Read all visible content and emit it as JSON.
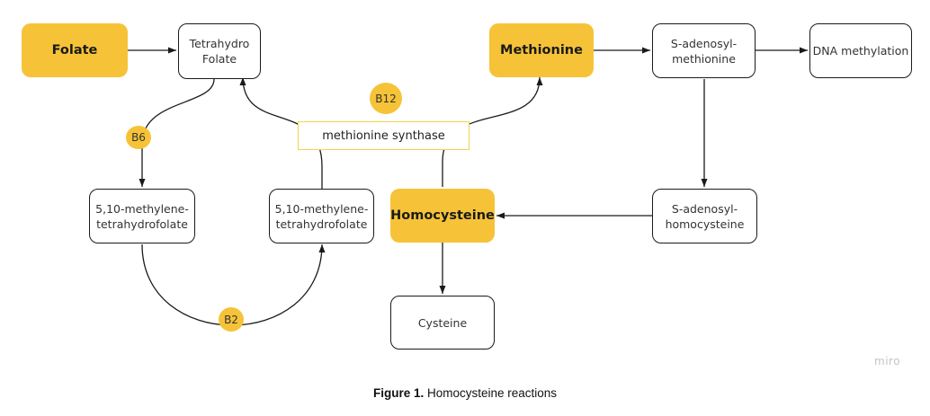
{
  "diagram": {
    "nodes": {
      "folate": "Folate",
      "thf": "Tetrahydro\nFolate",
      "mthf_left": "5,10-methylene-\ntetrahydrofolate",
      "mthf_right": "5,10-methylene-\ntetrahydrofolate",
      "methionine": "Methionine",
      "sam": "S-adenosyl-\nmethionine",
      "dna_methylation": "DNA methylation",
      "sah": "S-adenosyl-\nhomocysteine",
      "homocysteine": "Homocysteine",
      "cysteine": "Cysteine"
    },
    "cofactors": {
      "b6": "B6",
      "b2": "B2",
      "b12": "B12"
    },
    "enzyme": "methionine synthase",
    "colors": {
      "highlight": "#f6c338",
      "enzyme_border": "#f1d34b",
      "stroke": "#1a1a1a"
    }
  },
  "watermark": "miro",
  "caption": {
    "label": "Figure 1.",
    "text": " Homocysteine reactions"
  }
}
